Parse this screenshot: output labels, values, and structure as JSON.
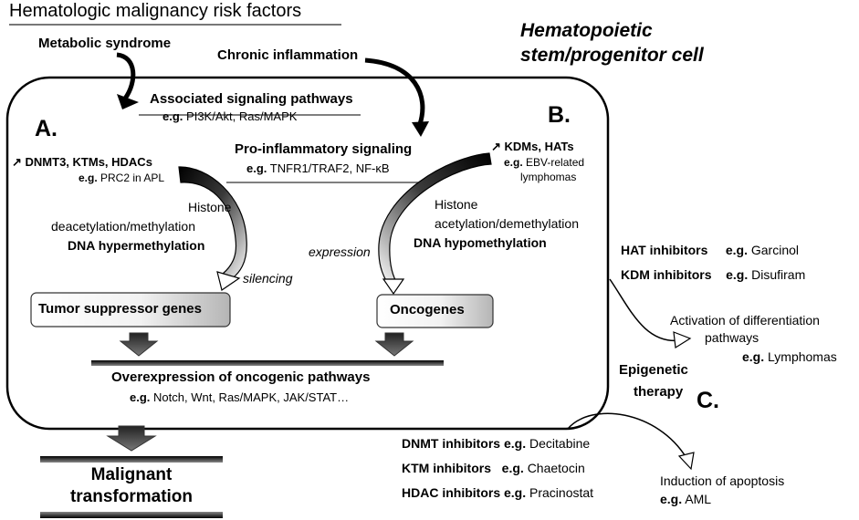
{
  "title": "Hematologic malignancy risk factors",
  "cell_title_line1": "Hematopoietic",
  "cell_title_line2": "stem/progenitor cell",
  "risk_factors": {
    "metabolic": "Metabolic syndrome",
    "inflammation": "Chronic inflammation"
  },
  "signaling": {
    "associated_title": "Associated signaling pathways",
    "associated_eg": "e.g.",
    "associated_examples": "PI3K/Akt, Ras/MAPK",
    "proinflammatory_title": "Pro-inflammatory signaling",
    "proinflammatory_eg": "e.g.",
    "proinflammatory_examples": "TNFR1/TRAF2, NF-κB"
  },
  "section_a": {
    "label": "A.",
    "up_arrow": "↗",
    "enzymes": "DNMT3, KTMs, HDACs",
    "eg": "e.g.",
    "example": "PRC2 in APL",
    "line1": "Histone",
    "line2": "deacetylation/methylation",
    "line3": "DNA hypermethylation",
    "effect": "silencing",
    "target": "Tumor suppressor genes"
  },
  "section_b": {
    "label": "B.",
    "up_arrow": "↗",
    "enzymes": "KDMs,  HATs",
    "eg": "e.g.",
    "example_line1": "EBV-related",
    "example_line2": "lymphomas",
    "line1": "Histone",
    "line2": "acetylation/demethylation",
    "line3": "DNA hypomethylation",
    "effect": "expression",
    "target": "Oncogenes"
  },
  "outcome": {
    "title": "Overexpression of oncogenic pathways",
    "eg": "e.g.",
    "examples": "Notch, Wnt, Ras/MAPK, JAK/STAT…"
  },
  "malignant": {
    "line1": "Malignant",
    "line2": "transformation"
  },
  "therapy": {
    "label_line1": "Epigenetic",
    "label_line2": "therapy",
    "section_c": "C.",
    "hat_inhibitors": "HAT inhibitors",
    "hat_eg": "e.g.",
    "hat_example": "Garcinol",
    "kdm_inhibitors": "KDM inhibitors",
    "kdm_eg": "e.g.",
    "kdm_example": "Disufiram",
    "activation_line1": "Activation of differentiation",
    "activation_line2": "pathways",
    "activation_eg": "e.g.",
    "activation_example": "Lymphomas",
    "dnmt_inhibitors": "DNMT inhibitors",
    "dnmt_eg": "e.g.",
    "dnmt_example": "Decitabine",
    "ktm_inhibitors": "KTM inhibitors",
    "ktm_eg": "e.g.",
    "ktm_example": "Chaetocin",
    "hdac_inhibitors": "HDAC  inhibitors",
    "hdac_eg": "e.g.",
    "hdac_example": "Pracinostat",
    "apoptosis_line1": "Induction of apoptosis",
    "apoptosis_eg": "e.g.",
    "apoptosis_example": "AML"
  }
}
